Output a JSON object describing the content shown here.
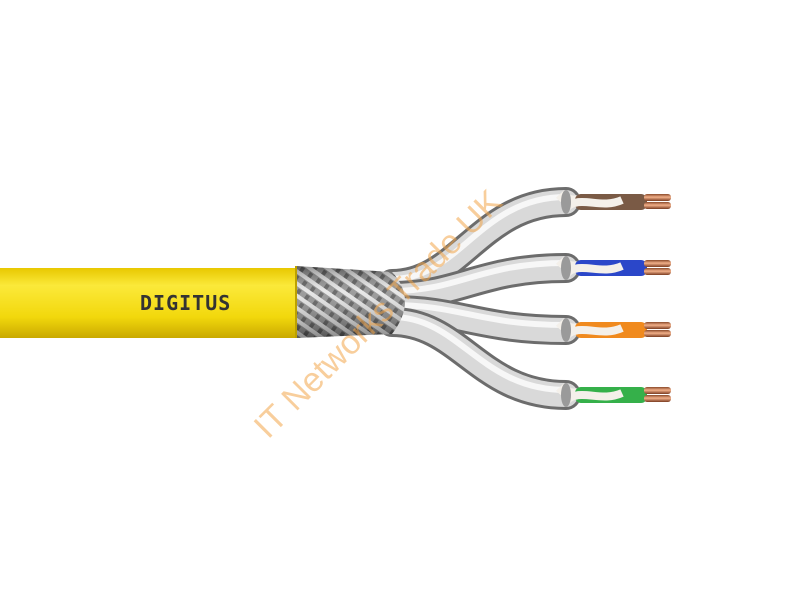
{
  "cable": {
    "brand_label": "DIGITUS",
    "jacket_color": "#f2dd14",
    "shield": "braided-metal",
    "pairs": [
      {
        "name": "brown-pair",
        "color": "#7a5a45",
        "stripe": "#f4f0ea"
      },
      {
        "name": "blue-pair",
        "color": "#2b47c9",
        "stripe": "#f4f0ea"
      },
      {
        "name": "orange-pair",
        "color": "#f08a1e",
        "stripe": "#f4f0ea"
      },
      {
        "name": "green-pair",
        "color": "#35b04a",
        "stripe": "#f4f0ea"
      }
    ]
  },
  "watermark": {
    "text": "IT Networks Trade UK",
    "color": "#f2a54a"
  },
  "background_color": "#ffffff"
}
